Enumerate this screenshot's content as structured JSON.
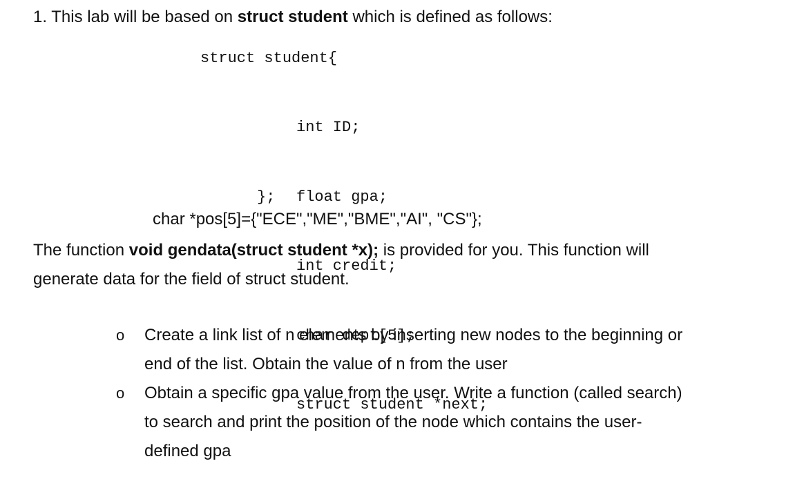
{
  "heading": {
    "number": "1.",
    "pre": "This lab will be based on",
    "bold": "struct student",
    "post": "which is defined as follows:"
  },
  "code": {
    "open": "struct student{",
    "fields": [
      "int ID;",
      "float gpa;",
      "int credit;",
      "char dept[5];",
      "struct student *next;"
    ],
    "close": "};"
  },
  "pos_line": "char *pos[5]={\"ECE\",\"ME\",\"BME\",\"AI\", \"CS\"};",
  "intro": {
    "pre": "The function",
    "bold": "void gendata(struct student *x);",
    "line1_post": "is provided for you. This function will",
    "line2": "generate data for the field of struct student."
  },
  "tasks": [
    {
      "bullet": "o",
      "lines": [
        "Create a link list of n elements by inserting new nodes to the beginning or",
        "end of the list. Obtain the value of n from the user"
      ]
    },
    {
      "bullet": "o",
      "lines": [
        "Obtain a specific gpa value from the user. Write a function (called search)",
        "to search and print the position of the node which contains the user-",
        "defined gpa"
      ]
    }
  ]
}
